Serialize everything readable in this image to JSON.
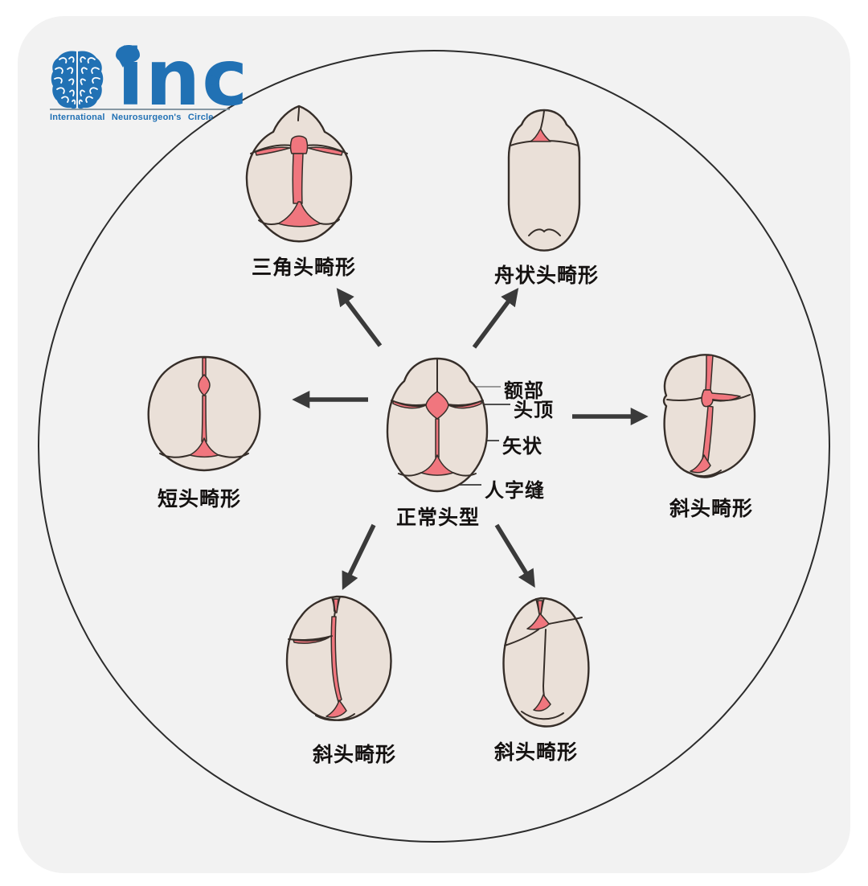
{
  "colors": {
    "page_bg": "#ffffff",
    "panel_bg": "#f2f2f2",
    "circle_stroke": "#2c2c2c",
    "skull_fill": "#eae0d8",
    "skull_line": "#362e29",
    "suture_pink": "#f0767e",
    "arrow": "#3a3a3a",
    "label_text": "#141110",
    "logo_blue": "#2171b4"
  },
  "logo": {
    "brand": "inc",
    "tagline": "International Neurosurgeon's Circle"
  },
  "center_skull": {
    "label": "正常头型",
    "annotations": [
      {
        "label": "额部"
      },
      {
        "label": "头顶"
      },
      {
        "label": "矢状"
      },
      {
        "label": "人字缝"
      }
    ]
  },
  "deformities": [
    {
      "label": "三角头畸形",
      "position": "top-left"
    },
    {
      "label": "舟状头畸形",
      "position": "top-right"
    },
    {
      "label": "短头畸形",
      "position": "left"
    },
    {
      "label": "斜头畸形",
      "position": "right"
    },
    {
      "label": "斜头畸形",
      "position": "bottom-left"
    },
    {
      "label": "斜头畸形",
      "position": "bottom-right"
    }
  ]
}
